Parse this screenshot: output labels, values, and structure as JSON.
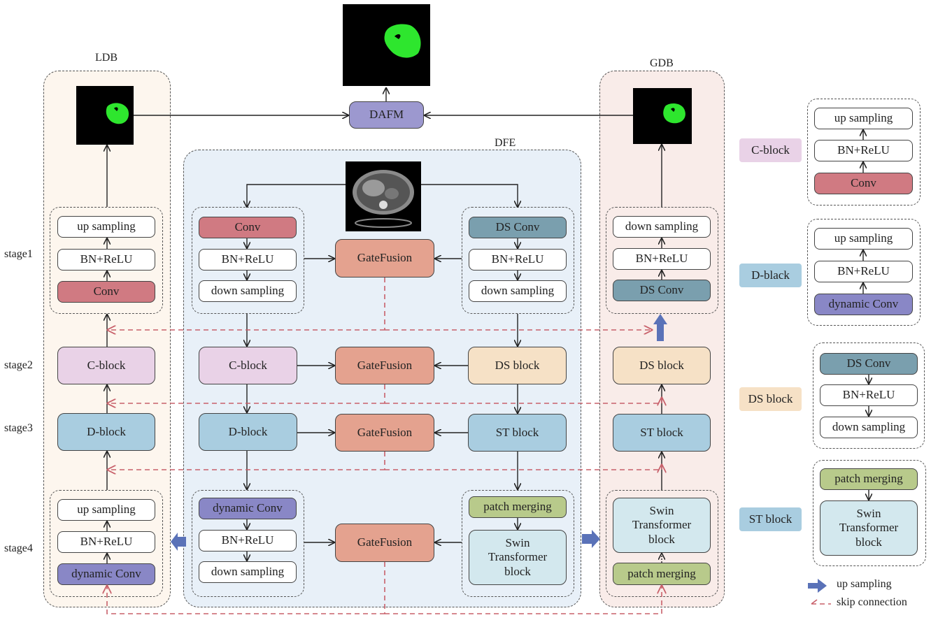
{
  "panels": {
    "ldb": "LDB",
    "gdb": "GDB",
    "dfe": "DFE"
  },
  "stages": [
    "stage1",
    "stage2",
    "stage3",
    "stage4"
  ],
  "center": {
    "dafm": "DAFM",
    "gate_fusion": "GateFusion"
  },
  "ldb": {
    "stage1": [
      "up sampling",
      "BN+ReLU",
      "Conv"
    ],
    "c_block": "C-block",
    "d_block": "D-block",
    "stage4": [
      "up sampling",
      "BN+ReLU",
      "dynamic Conv"
    ]
  },
  "dfe_left": {
    "stage1": [
      "Conv",
      "BN+ReLU",
      "down sampling"
    ],
    "c_block": "C-block",
    "d_block": "D-block",
    "stage4": [
      "dynamic Conv",
      "BN+ReLU",
      "down sampling"
    ]
  },
  "dfe_right": {
    "stage1": [
      "DS Conv",
      "BN+ReLU",
      "down sampling"
    ],
    "ds_block": "DS block",
    "st_block": "ST block",
    "patch_merging": "patch merging",
    "swin": [
      "Swin",
      "Transformer",
      "block"
    ]
  },
  "gdb": {
    "stage1": [
      "down sampling",
      "BN+ReLU",
      "DS Conv"
    ],
    "ds_block": "DS block",
    "st_block": "ST block",
    "swin": [
      "Swin",
      "Transformer",
      "block"
    ],
    "patch_merging": "patch merging"
  },
  "legend": {
    "c_block": {
      "name": "C-block",
      "items": [
        "up sampling",
        "BN+ReLU",
        "Conv"
      ]
    },
    "d_block": {
      "name": "D-black",
      "items": [
        "up sampling",
        "BN+ReLU",
        "dynamic Conv"
      ]
    },
    "ds_block": {
      "name": "DS block",
      "items": [
        "DS Conv",
        "BN+ReLU",
        "down sampling"
      ]
    },
    "st_block": {
      "name": "ST block",
      "items": [
        "patch merging",
        "Swin",
        "Transformer",
        "block"
      ]
    },
    "up_sampling": "up sampling",
    "skip_connection": "skip connection"
  },
  "colors": {
    "conv": "#d07a82",
    "ds_conv": "#7a9fae",
    "c_block": "#e9d2e7",
    "d_block": "#a9cde0",
    "ds_block": "#f6e1c6",
    "gate_fusion": "#e4a28f",
    "dafm": "#9c98cf",
    "dynamic_conv": "#8987c6",
    "patch_merging": "#b8ca8b",
    "swin": "#d3e8ee",
    "ldb_bg": "#fdf6ee",
    "gdb_bg": "#f9ece9",
    "dfe_bg": "#e8f0f8",
    "skip": "#c8606a",
    "up_arrow": "#5a72b8",
    "mask": "#2ee62e"
  },
  "icons": {
    "mask": "segmentation-mask-image",
    "ct": "ct-scan-image"
  }
}
